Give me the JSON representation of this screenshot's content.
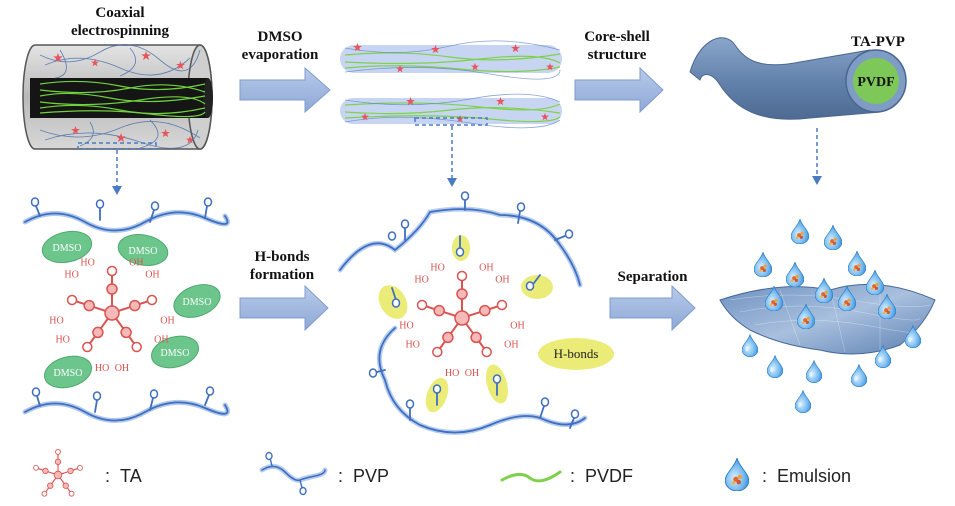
{
  "steps": {
    "coaxial": [
      "Coaxial",
      "electrospinning"
    ],
    "dmso": [
      "DMSO",
      "evaporation"
    ],
    "coreshell": [
      "Core-shell",
      "structure"
    ],
    "hbonds": [
      "H-bonds",
      "formation"
    ],
    "separation": "Separation"
  },
  "fiber": {
    "shell": "TA-PVP",
    "core": "PVDF"
  },
  "labels": {
    "dmso": "DMSO",
    "hbonds": "H-bonds",
    "oh": "OH",
    "ho": "HO"
  },
  "legend": {
    "ta": "TA",
    "pvp": "PVP",
    "pvdf": "PVDF",
    "emulsion": "Emulsion",
    "colon": ":"
  },
  "colors": {
    "arrow": "#9bb3dd",
    "pvp": "#4f81c9",
    "pvdf": "#7fd14a",
    "ta": "#d9534f",
    "dmso": "#6cc68c",
    "hbond": "#e9ea6a",
    "fiber_shell": "#6f8fb8",
    "fiber_core": "#7ec85a",
    "drop": "#3d8fd6"
  }
}
